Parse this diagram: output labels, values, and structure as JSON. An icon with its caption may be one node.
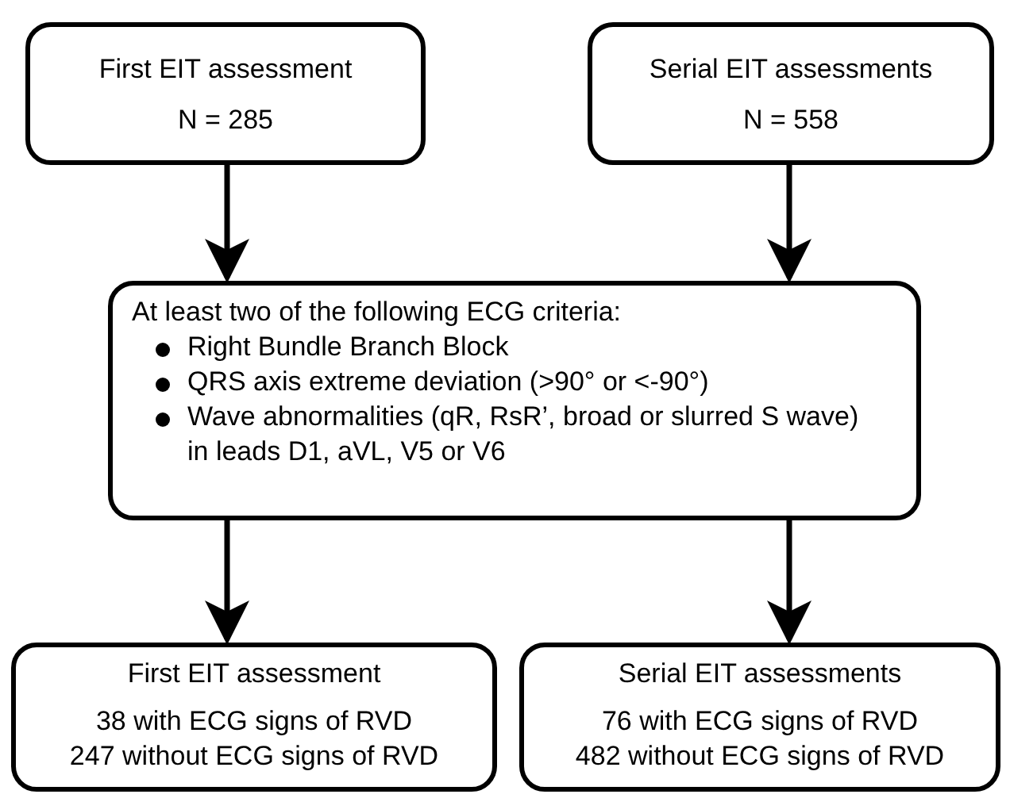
{
  "diagram": {
    "nodes": [
      {
        "text": [
          "First EIT assessment",
          "N = 285"
        ]
      },
      {
        "text": [
          "Serial EIT assessments",
          "N = 558"
        ]
      },
      {
        "text": [
          "At least two of the following ECG criteria:",
          "Right Bundle Branch Block",
          "QRS axis extreme deviation (>90° or <-90°)",
          "Wave abnormalities (qR, RsR’, broad or slurred S wave) in leads D1, aVL, V5 or V6"
        ]
      },
      {
        "text": [
          "First EIT assessment",
          "38 with ECG signs of RVD",
          "247 without ECG signs of RVD"
        ]
      },
      {
        "text": [
          "Serial EIT assessments",
          "76 with ECG signs of RVD",
          "482 without ECG signs of RVD"
        ]
      }
    ],
    "edges": [
      {
        "from": 0,
        "to": 2,
        "arrow": "to"
      },
      {
        "from": 1,
        "to": 2,
        "arrow": "to"
      },
      {
        "from": 2,
        "to": 3,
        "arrow": "to"
      },
      {
        "from": 2,
        "to": 4,
        "arrow": "to"
      }
    ]
  }
}
